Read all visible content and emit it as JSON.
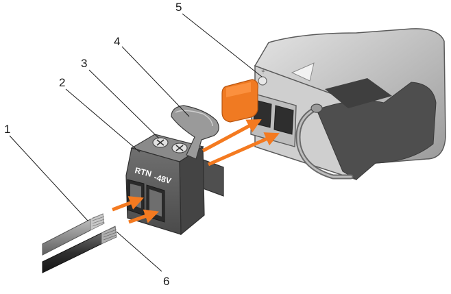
{
  "figure": {
    "connector_labels": {
      "rtn": "RTN",
      "neg48v": "-48V"
    },
    "callouts": [
      {
        "id": "1",
        "label": "1"
      },
      {
        "id": "2",
        "label": "2"
      },
      {
        "id": "3",
        "label": "3"
      },
      {
        "id": "4",
        "label": "4"
      },
      {
        "id": "5",
        "label": "5"
      },
      {
        "id": "6",
        "label": "6"
      }
    ],
    "colors": {
      "arrow": "#f47a20",
      "handle": "#f07a22",
      "metal_light": "#d6d6d6",
      "metal_mid": "#a9a9a9",
      "metal_dark": "#6a6a6a",
      "plug_body": "#5a5a5a"
    }
  }
}
